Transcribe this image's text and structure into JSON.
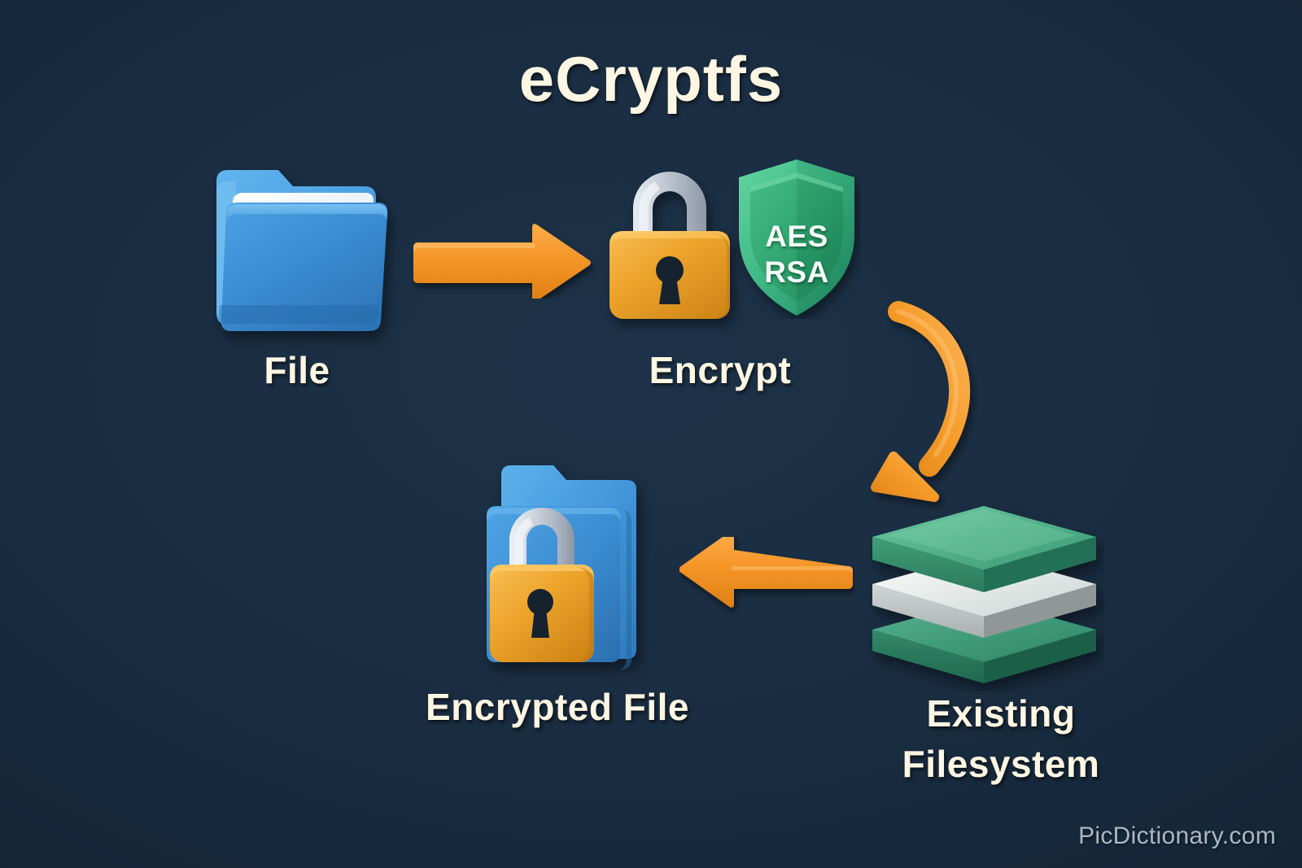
{
  "page": {
    "title": "eCryptfs",
    "background_color": "#1a2d42",
    "text_color": "#fdf6e3",
    "accent_color": "#f59426",
    "watermark": "PicDictionary.com"
  },
  "diagram": {
    "type": "flow-diagram",
    "nodes": [
      {
        "id": "file",
        "label": "File",
        "icon": "blue-folder-icon",
        "color": "#2d86d2"
      },
      {
        "id": "encrypt",
        "label": "Encrypt",
        "icon": "padlock-icon",
        "color": "#eda42c"
      },
      {
        "id": "filesystem",
        "label": "Existing Filesystem",
        "icon": "layer-stack-icon",
        "color": "#4aa882"
      },
      {
        "id": "encrypted-file",
        "label": "Encrypted File",
        "icon": "locked-folder-icon",
        "color": "#2d86d2"
      }
    ],
    "edges": [
      {
        "from": "file",
        "to": "encrypt",
        "icon": "arrow-right-icon",
        "color": "#f59426"
      },
      {
        "from": "encrypt",
        "to": "filesystem",
        "icon": "arrow-curve-down-icon",
        "color": "#f59426"
      },
      {
        "from": "filesystem",
        "to": "encrypted-file",
        "icon": "arrow-left-icon",
        "color": "#f59426"
      }
    ]
  },
  "shield": {
    "name": "aes-rsa-shield",
    "line1": "AES",
    "line2": "RSA",
    "fill_color": "#2fa46f",
    "text_color": "#f4fbf6"
  },
  "labels": {
    "file": "File",
    "encrypt": "Encrypt",
    "encrypted_file": "Encrypted File",
    "existing_filesystem": "Existing Filesystem"
  },
  "colors": {
    "background": "#1a2d42",
    "cream_text": "#fdf6e3",
    "arrow_orange": "#f59426",
    "folder_blue": "#2d86d2",
    "lock_amber": "#eda42c",
    "shackle_silver": "#c2c9d4",
    "shield_green": "#2fa46f",
    "layer_green": "#4aa882",
    "layer_silver": "#d9dedd",
    "watermark_gray": "#b7c3cd"
  }
}
